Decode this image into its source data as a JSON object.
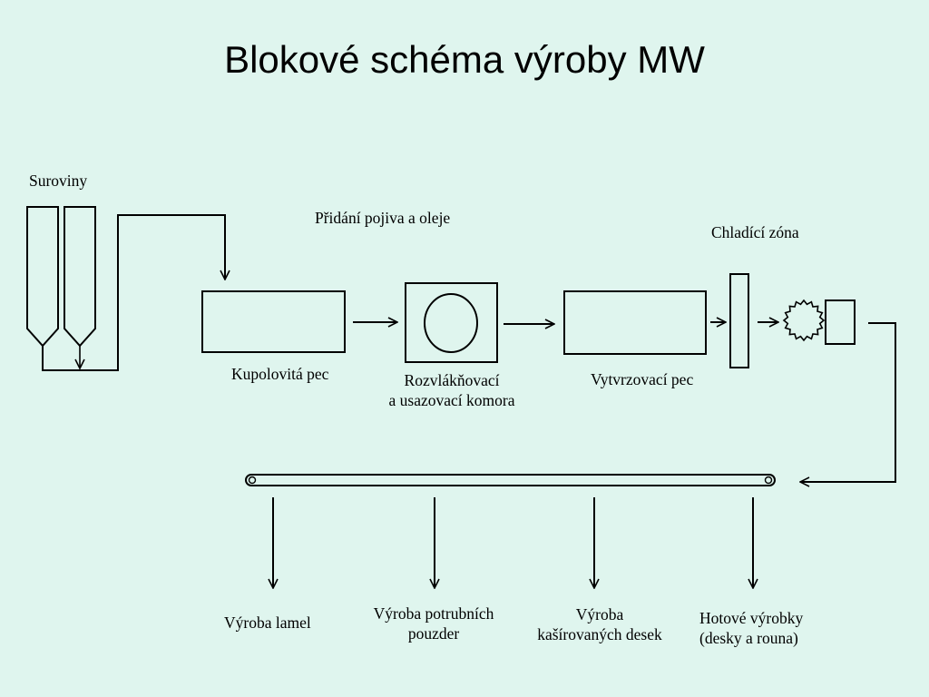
{
  "title": "Blokové schéma výroby MW",
  "labels": {
    "suroviny": "Suroviny",
    "pridani": "Přidání pojiva a oleje",
    "chladici": "Chladící zóna",
    "kupolova": "Kupolovitá pec",
    "rozvlaknovaci_1": "Rozvlákňovací",
    "rozvlaknovaci_2": "a usazovací komora",
    "vytvrzovaci": "Vytvrzovací pec",
    "lamel": "Výroba lamel",
    "pouzder_1": "Výroba potrubních",
    "pouzder_2": "pouzder",
    "desek_1": "Výroba",
    "desek_2": "kašírovaných desek",
    "hotove_1": "Hotové výrobky",
    "hotove_2": "(desky a rouna)"
  },
  "colors": {
    "background": "#dff5ee",
    "stroke": "#000000"
  }
}
